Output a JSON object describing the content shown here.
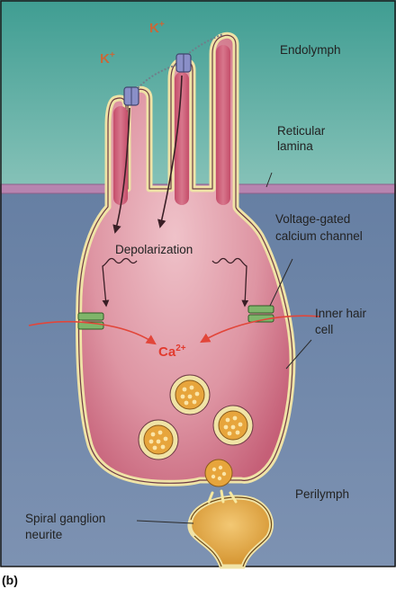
{
  "labels": {
    "endolymph": "Endolymph",
    "reticular_lamina_1": "Reticular",
    "reticular_lamina_2": "lamina",
    "voltage_gated_1": "Voltage-gated",
    "voltage_gated_2": "calcium channel",
    "inner_hair_cell_1": "Inner hair",
    "inner_hair_cell_2": "cell",
    "perilymph": "Perilymph",
    "spiral_ganglion_1": "Spiral ganglion",
    "spiral_ganglion_2": "neurite",
    "depolarization": "Depolarization",
    "k_ion_left": "K",
    "k_ion_right": "K",
    "k_charge": "+",
    "ca_ion": "Ca",
    "ca_charge": "2+",
    "panel": "(b)"
  },
  "colors": {
    "endolymph_fluid": "#4fa69a",
    "perilymph_fluid": "#6f86a6",
    "reticular_lamina": "#b784b0",
    "cell_body": "#c8607a",
    "cell_membrane": "#efe3a6",
    "ion_label": "#c86838",
    "calcium_label": "#e23a2e",
    "channel": "#7fb56a",
    "vesicle": "#e7a53c",
    "neurite": "#d6962e"
  }
}
